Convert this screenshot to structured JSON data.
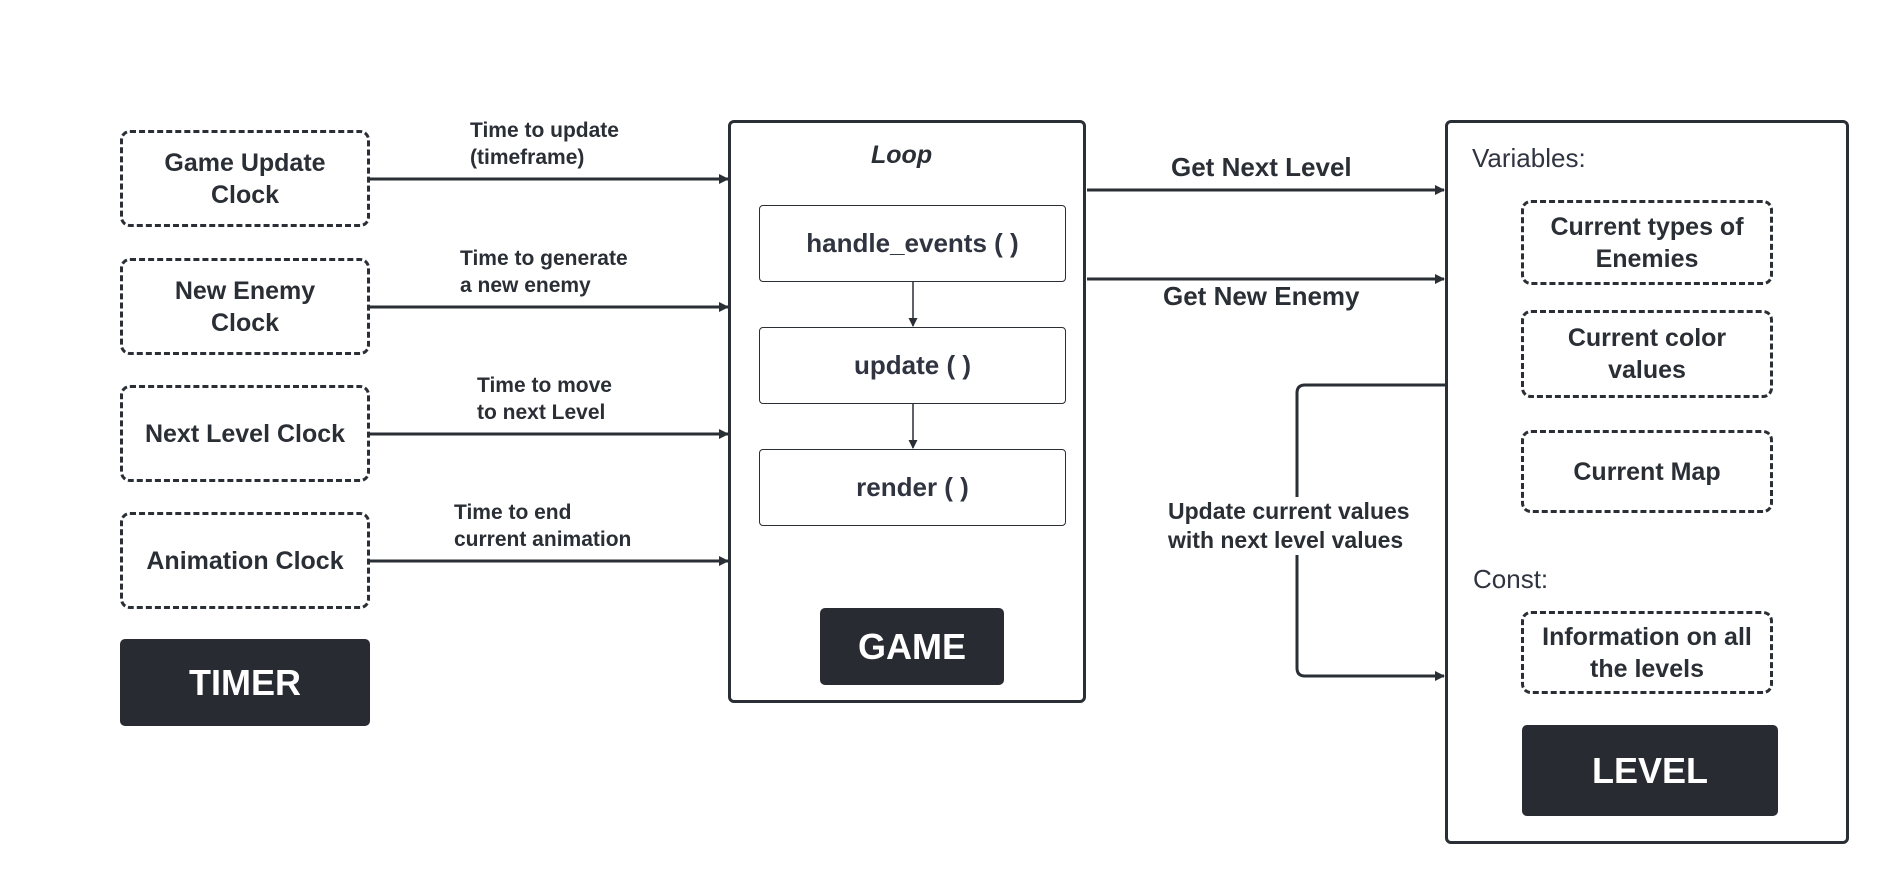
{
  "timer": {
    "clocks": [
      {
        "label": "Game Update Clock",
        "line1": "Game Update",
        "line2": "Clock"
      },
      {
        "label": "New Enemy Clock",
        "line1": "New Enemy",
        "line2": "Clock"
      },
      {
        "label": "Next Level Clock",
        "line1": "Next Level Clock",
        "line2": ""
      },
      {
        "label": "Animation Clock",
        "line1": "Animation Clock",
        "line2": ""
      }
    ],
    "badge": "TIMER"
  },
  "timer_edges": [
    {
      "line1": "Time to update",
      "line2": "(timeframe)"
    },
    {
      "line1": "Time to generate",
      "line2": "a new enemy"
    },
    {
      "line1": "Time to move",
      "line2": "to next Level"
    },
    {
      "line1": "Time to end",
      "line2": "current animation"
    }
  ],
  "game": {
    "loop_label": "Loop",
    "steps": [
      "handle_events ( )",
      "update ( )",
      "render ( )"
    ],
    "badge": "GAME"
  },
  "game_level_edges": {
    "next_level": "Get Next Level",
    "new_enemy": "Get New Enemy",
    "update_line1": "Update current values",
    "update_line2": "with next level values"
  },
  "level": {
    "variables_label": "Variables:",
    "variables": [
      {
        "line1": "Current types of",
        "line2": "Enemies"
      },
      {
        "line1": "Current color",
        "line2": "values"
      },
      {
        "line1": "Current Map",
        "line2": ""
      }
    ],
    "const_label": "Const:",
    "consts": [
      {
        "line1": "Information on all",
        "line2": "the levels"
      }
    ],
    "badge": "LEVEL"
  },
  "colors": {
    "stroke": "#2a2e35",
    "badge_fill": "#282b31",
    "badge_text": "#ffffff"
  }
}
